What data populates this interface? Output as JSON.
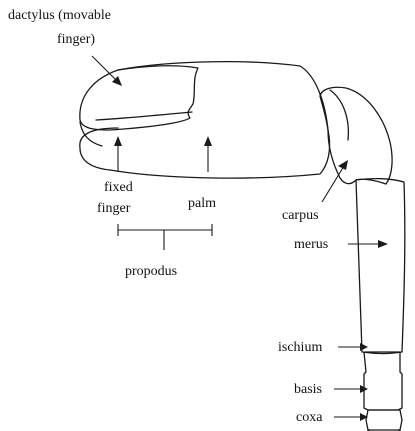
{
  "labels": {
    "dactylus_line1": "dactylus (movable",
    "dactylus_line2": "finger)",
    "fixed_finger_line1": "fixed",
    "fixed_finger_line2": "finger",
    "palm": "palm",
    "propodus": "propodus",
    "carpus": "carpus",
    "merus": "merus",
    "ischium": "ischium",
    "basis": "basis",
    "coxa": "coxa"
  }
}
